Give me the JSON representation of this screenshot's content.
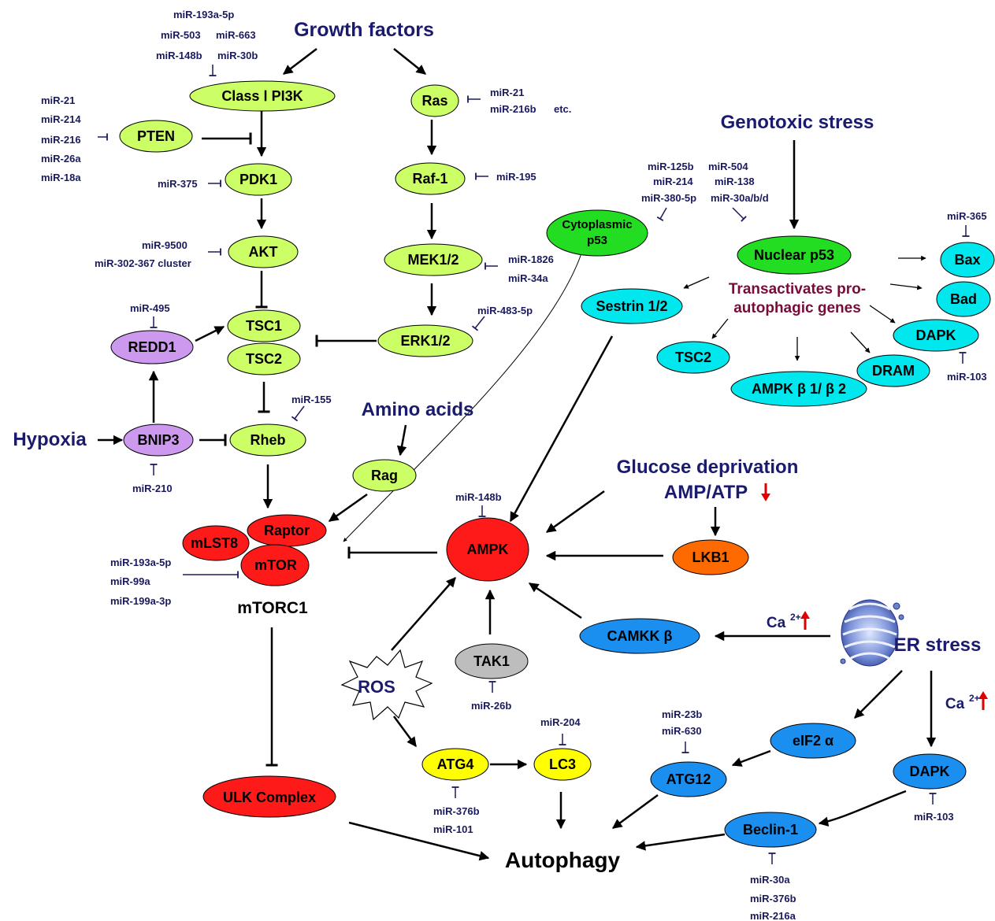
{
  "colors": {
    "green_light": "#ccff66",
    "green": "#22dd22",
    "cyan": "#00e8ee",
    "purple": "#cc99ee",
    "red": "#ff1a1a",
    "orange": "#ff6a00",
    "blue": "#1a8fef",
    "yellow": "#ffff00",
    "gray": "#bdbdbd",
    "heading": "#1a1a6e",
    "subheading": "#7a0a3a",
    "mirna": "#1a1a5e"
  },
  "headings": {
    "growth_factors": "Growth factors",
    "genotoxic_stress": "Genotoxic stress",
    "amino_acids": "Amino acids",
    "hypoxia": "Hypoxia",
    "glucose_deprivation": "Glucose deprivation",
    "amp_atp": "AMP/ATP",
    "er_stress": "ER stress",
    "transactivates_line1": "Transactivates pro-",
    "transactivates_line2": "autophagic genes",
    "mtorc1": "mTORC1",
    "autophagy": "Autophagy",
    "ca_label": "Ca",
    "ca_superscript": "2+"
  },
  "nodes": {
    "class1_pi3k": "Class Ⅰ PI3K",
    "ras": "Ras",
    "pten": "PTEN",
    "pdk1": "PDK1",
    "raf1": "Raf-1",
    "akt": "AKT",
    "mek12": "MEK1/2",
    "tsc1": "TSC1",
    "tsc2": "TSC2",
    "erk12": "ERK1/2",
    "redd1": "REDD1",
    "bnip3": "BNIP3",
    "rheb": "Rheb",
    "rag": "Rag",
    "mlst8": "mLST8",
    "raptor": "Raptor",
    "mtor": "mTOR",
    "ulk_complex": "ULK Complex",
    "cytoplasmic_p53_line1": "Cytoplasmic",
    "cytoplasmic_p53_line2": "p53",
    "nuclear_p53": "Nuclear p53",
    "bax": "Bax",
    "bad": "Bad",
    "sestrin": "Sestrin 1/2",
    "dapk_top": "DAPK",
    "tsc2_target": "TSC2",
    "dram": "DRAM",
    "ampk_beta": "AMPK β 1/ β 2",
    "ampk": "AMPK",
    "lkb1": "LKB1",
    "camkk": "CAMKK β",
    "tak1": "TAK1",
    "ros": "ROS",
    "atg4": "ATG4",
    "lc3": "LC3",
    "atg12": "ATG12",
    "eif2": "eIF2 α",
    "dapk_bottom": "DAPK",
    "beclin1": "Beclin-1"
  },
  "mirnas": {
    "pi3k_1": "miR-193a-5p",
    "pi3k_2": "miR-503",
    "pi3k_3": "miR-663",
    "pi3k_4": "miR-148b",
    "pi3k_5": "miR-30b",
    "ras_1": "miR-21",
    "ras_2": "miR-216b",
    "ras_3": "etc.",
    "pten_1": "miR-21",
    "pten_2": "miR-214",
    "pten_3": "miR-216",
    "pten_4": "miR-26a",
    "pten_5": "miR-18a",
    "pdk1_1": "miR-375",
    "raf1_1": "miR-195",
    "akt_1": "miR-9500",
    "akt_2": "miR-302-367 cluster",
    "mek_1": "miR-1826",
    "mek_2": "miR-34a",
    "erk_1": "miR-483-5p",
    "redd1_1": "miR-495",
    "rheb_1": "miR-155",
    "bnip3_1": "miR-210",
    "mtor_1": "miR-193a-5p",
    "mtor_2": "miR-99a",
    "mtor_3": "miR-199a-3p",
    "p53c_1": "miR-125b",
    "p53c_2": "miR-214",
    "p53c_3": "miR-380-5p",
    "p53n_1": "miR-504",
    "p53n_2": "miR-138",
    "p53n_3": "miR-30a/b/d",
    "bax_1": "miR-365",
    "dapk_top_1": "miR-103",
    "ampk_1": "miR-148b",
    "tak1_1": "miR-26b",
    "lc3_1": "miR-204",
    "atg4_1": "miR-376b",
    "atg4_2": "miR-101",
    "atg12_1": "miR-23b",
    "atg12_2": "miR-630",
    "dapk_bottom_1": "miR-103",
    "beclin_1": "miR-30a",
    "beclin_2": "miR-376b",
    "beclin_3": "miR-216a"
  }
}
